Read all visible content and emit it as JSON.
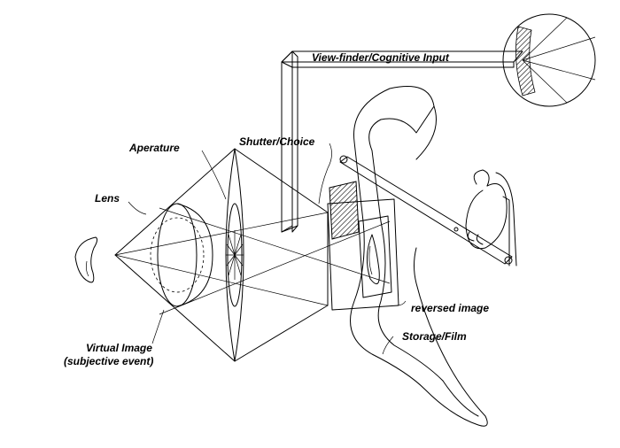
{
  "labels": {
    "viewfinder": "View-finder/Cognitive Input",
    "shutter": "Shutter/Choice",
    "aperature": "Aperature",
    "lens": "Lens",
    "reversed_image": "reversed image",
    "storage": "Storage/Film",
    "virtual_image_line1": "Virtual Image",
    "virtual_image_line2": "(subjective event)"
  }
}
